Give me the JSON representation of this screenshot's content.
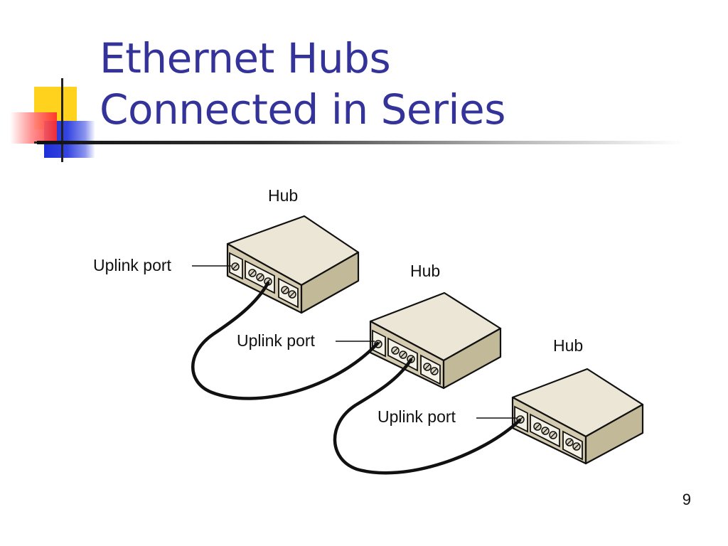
{
  "slide": {
    "title_line1": "Ethernet Hubs",
    "title_line2": "Connected in Series",
    "page_number": "9"
  },
  "colors": {
    "title": "#333399",
    "hub_top": "#ebe6d5",
    "hub_front": "#d4cbb0",
    "hub_side": "#c2b998",
    "deco_yellow": "#ffd21e",
    "deco_blue": "#1f2fd9",
    "deco_red": "#ff2a2a"
  },
  "diagram": {
    "hubs": [
      {
        "label": "Hub",
        "uplink_label": "Uplink port"
      },
      {
        "label": "Hub",
        "uplink_label": "Uplink port"
      },
      {
        "label": "Hub",
        "uplink_label": "Uplink port"
      }
    ]
  }
}
